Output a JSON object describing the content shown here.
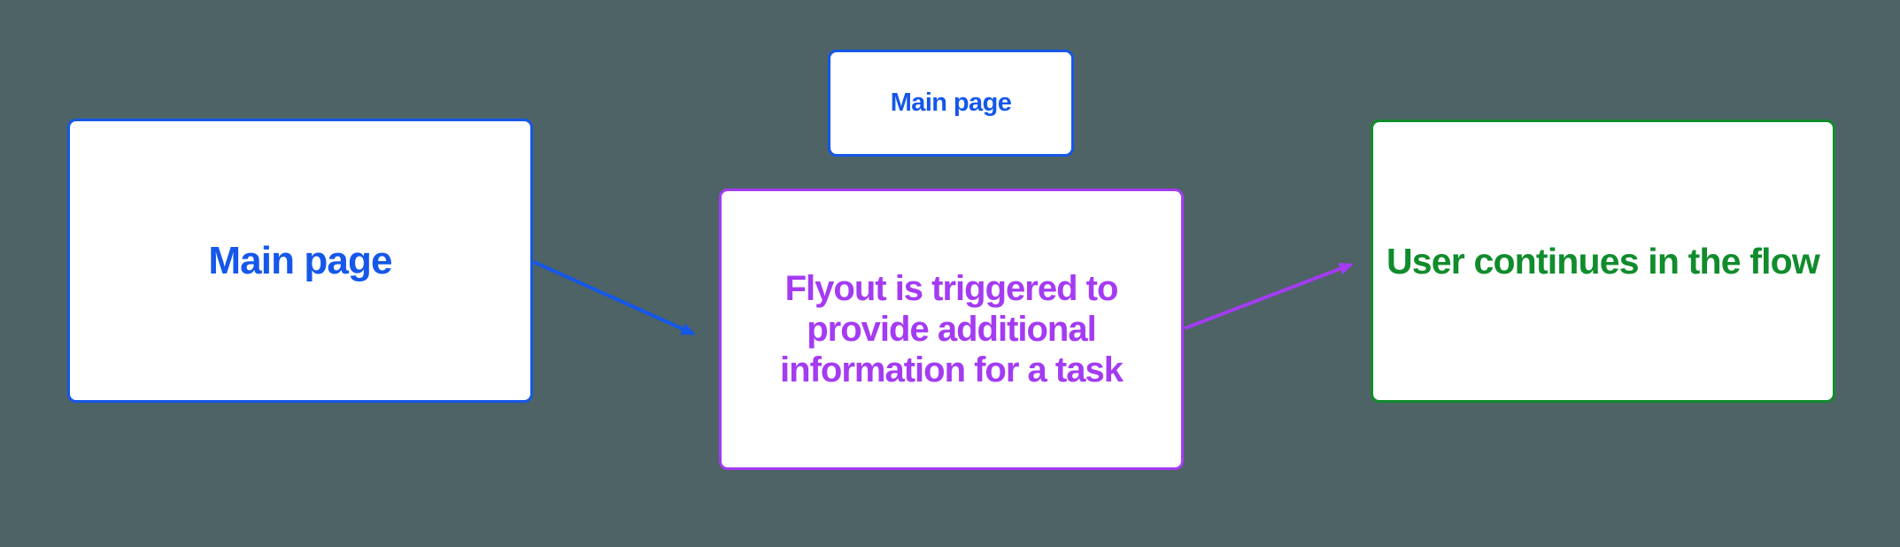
{
  "colors": {
    "background": "#4D6366",
    "blue": "#1557E9",
    "purple": "#A43BF2",
    "green": "#108C2C",
    "node_fill": "#FFFFFF"
  },
  "diagram": {
    "nodes": {
      "main_left": {
        "label": "Main page"
      },
      "main_top": {
        "label": "Main page"
      },
      "flyout": {
        "label": "Flyout is triggered to provide additional information for a task"
      },
      "continue": {
        "label": "User continues in the flow"
      }
    },
    "arrows": {
      "main_to_flyout": {
        "name": "arrow-main-to-flyout"
      },
      "flyout_to_continue": {
        "name": "arrow-flyout-to-continue"
      }
    }
  }
}
